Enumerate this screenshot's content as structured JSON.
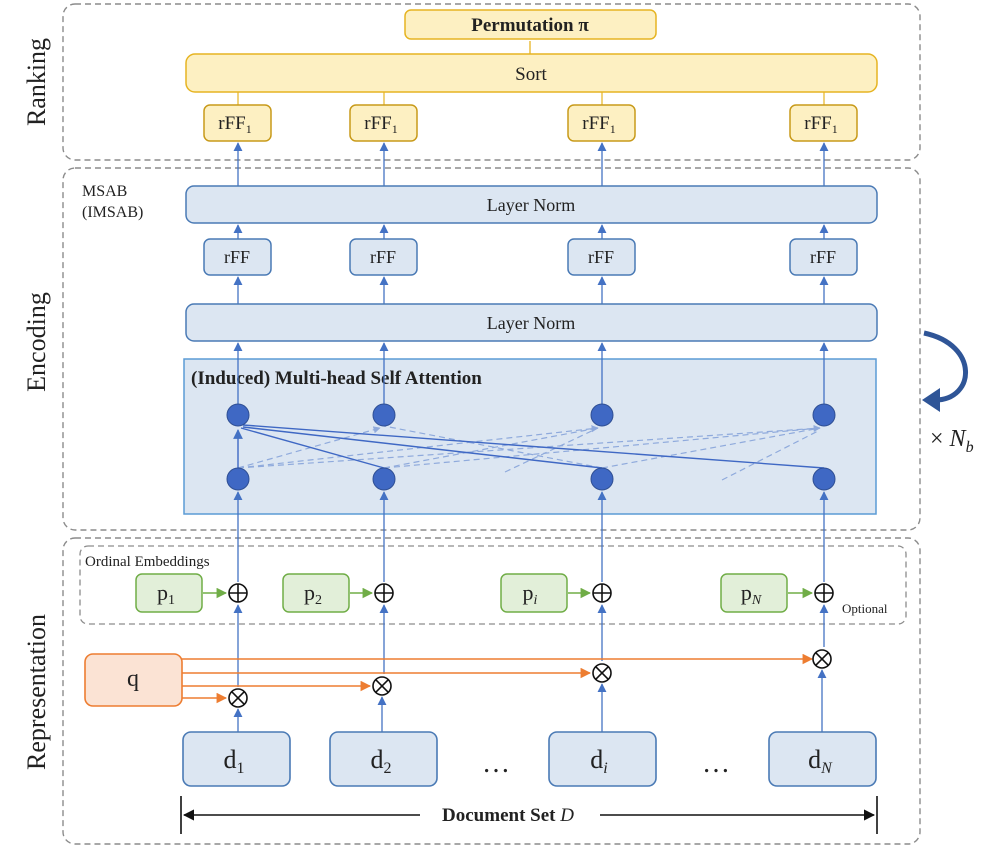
{
  "sections": {
    "ranking": "Ranking",
    "encoding": "Encoding",
    "representation": "Representation"
  },
  "ranking": {
    "permutation": "Permutation π",
    "sort": "Sort",
    "rff_base": "rFF",
    "rff_sub": "1"
  },
  "encoding": {
    "block_label_1": "MSAB",
    "block_label_2": "(IMSAB)",
    "layer_norm_top": "Layer Norm",
    "rff": "rFF",
    "layer_norm_bottom": "Layer Norm",
    "attention_title": "(Induced) Multi-head Self Attention",
    "repeat_times": "× ",
    "repeat_var": "N",
    "repeat_sub": "b"
  },
  "representation": {
    "ordinal_label": "Ordinal Embeddings",
    "optional": "Optional",
    "query": "q",
    "p1": {
      "base": "p",
      "sub": "1"
    },
    "p2": {
      "base": "p",
      "sub": "2"
    },
    "pi": {
      "base": "p",
      "sub": "i"
    },
    "pN": {
      "base": "p",
      "sub": "N"
    },
    "d1": {
      "base": "d",
      "sub": "1"
    },
    "d2": {
      "base": "d",
      "sub": "2"
    },
    "di": {
      "base": "d",
      "sub": "i"
    },
    "dN": {
      "base": "d",
      "sub": "N"
    },
    "ellipsis": "…",
    "docset_label": "Document Set ",
    "docset_var": "D"
  },
  "colors": {
    "ranking_fill": "#fdf0c2",
    "ranking_stroke": "#e6b422",
    "encoding_fill": "#dce6f2",
    "encoding_stroke": "#4a7ab5",
    "node_fill": "#3f68c4",
    "arrow": "#4472c4",
    "pos_fill": "#e2efd9",
    "pos_stroke": "#70ad47",
    "query_fill": "#fbe3d4",
    "query_stroke": "#ed7d31"
  }
}
